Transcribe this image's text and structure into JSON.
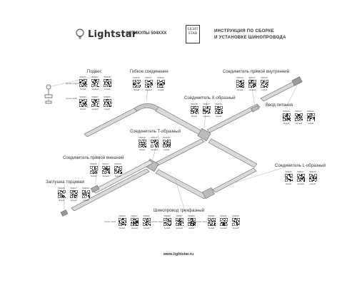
{
  "header": {
    "brand": "Lightstar",
    "articles": "АРТИКУЛЫ 504XXX",
    "badge_line1": "LIGHT",
    "badge_line2": "STAR",
    "title_line1": "ИНСТРУКЦИЯ ПО СБОРКЕ",
    "title_line2": "И УСТАНОВКЕ ШИНОПРОВОДА"
  },
  "labels": {
    "podves": "Подвес",
    "gibkoe": "Гибкое соединение",
    "pryamoy_vnutr": "Соединитель прямой внутренний",
    "x_shaped": "Соединитель X-образный",
    "vvod": "Ввод питания",
    "t_shaped": "Соединитель T-образный",
    "pryamoy_vnesh": "Соединитель прямой внешний",
    "l_shaped": "Соединитель L-образный",
    "zaglushka": "Заглушка торцевая",
    "trekhfazny": "Шинопровод трехфазный"
  },
  "qr_groups": {
    "podves": [
      {
        "code": "504196",
        "color": "белый"
      },
      {
        "code": "504197",
        "color": "черный"
      },
      {
        "code": "504198",
        "color": "серый"
      }
    ],
    "gibkoe": [
      {
        "code": "504136",
        "color": "белый"
      },
      {
        "code": "504137",
        "color": "черный"
      },
      {
        "code": "504139",
        "color": "серый"
      }
    ],
    "pryamoy_vnutr": [
      {
        "code": "504136",
        "color": "белый"
      },
      {
        "code": "504137",
        "color": "черный"
      },
      {
        "code": "504139",
        "color": "серый"
      }
    ],
    "x_shaped": [
      {
        "code": "504136",
        "color": "белый"
      },
      {
        "code": "504137",
        "color": "черный"
      },
      {
        "code": "504139",
        "color": "серый"
      }
    ],
    "vvod": [
      {
        "code": "504116",
        "color": "белый"
      },
      {
        "code": "504117",
        "color": "черный"
      },
      {
        "code": "504119",
        "color": "серый"
      }
    ],
    "t_shaped": [
      {
        "code": "504136",
        "color": "белый"
      },
      {
        "code": "504137",
        "color": "черный"
      },
      {
        "code": "504139",
        "color": "серый"
      }
    ],
    "pryamoy_vnesh": [
      {
        "code": "504136",
        "color": "белый"
      },
      {
        "code": "504137",
        "color": "черный"
      },
      {
        "code": "504139",
        "color": "серый"
      }
    ],
    "l_shaped": [
      {
        "code": "504126",
        "color": "белый"
      },
      {
        "code": "504127",
        "color": "черный"
      },
      {
        "code": "504129",
        "color": "серый"
      }
    ],
    "zaglushka": [
      {
        "code": "504106",
        "color": "белый"
      },
      {
        "code": "504107",
        "color": "черный"
      },
      {
        "code": "504109",
        "color": "серый"
      }
    ],
    "trekhfazny_a": [
      {
        "code": "504016",
        "color": "белый"
      },
      {
        "code": "504017",
        "color": "черный"
      },
      {
        "code": "504019",
        "color": "серый"
      }
    ],
    "trekhfazny_b": [
      {
        "code": "504026",
        "color": "белый"
      },
      {
        "code": "504027",
        "color": "черный"
      },
      {
        "code": "504029",
        "color": "серый"
      }
    ],
    "trekhfazny_c": [
      {
        "code": "504036",
        "color": "белый"
      },
      {
        "code": "504037",
        "color": "черный"
      },
      {
        "code": "504039",
        "color": "серый"
      }
    ]
  },
  "side_notes": {
    "podves": "длина подвеса",
    "podves_b": "длина трека",
    "trek_a": "длина трека",
    "trek_b": "длина трека",
    "trek_c": "длина трека"
  },
  "footer": {
    "url": "www.lightstar.ru"
  }
}
